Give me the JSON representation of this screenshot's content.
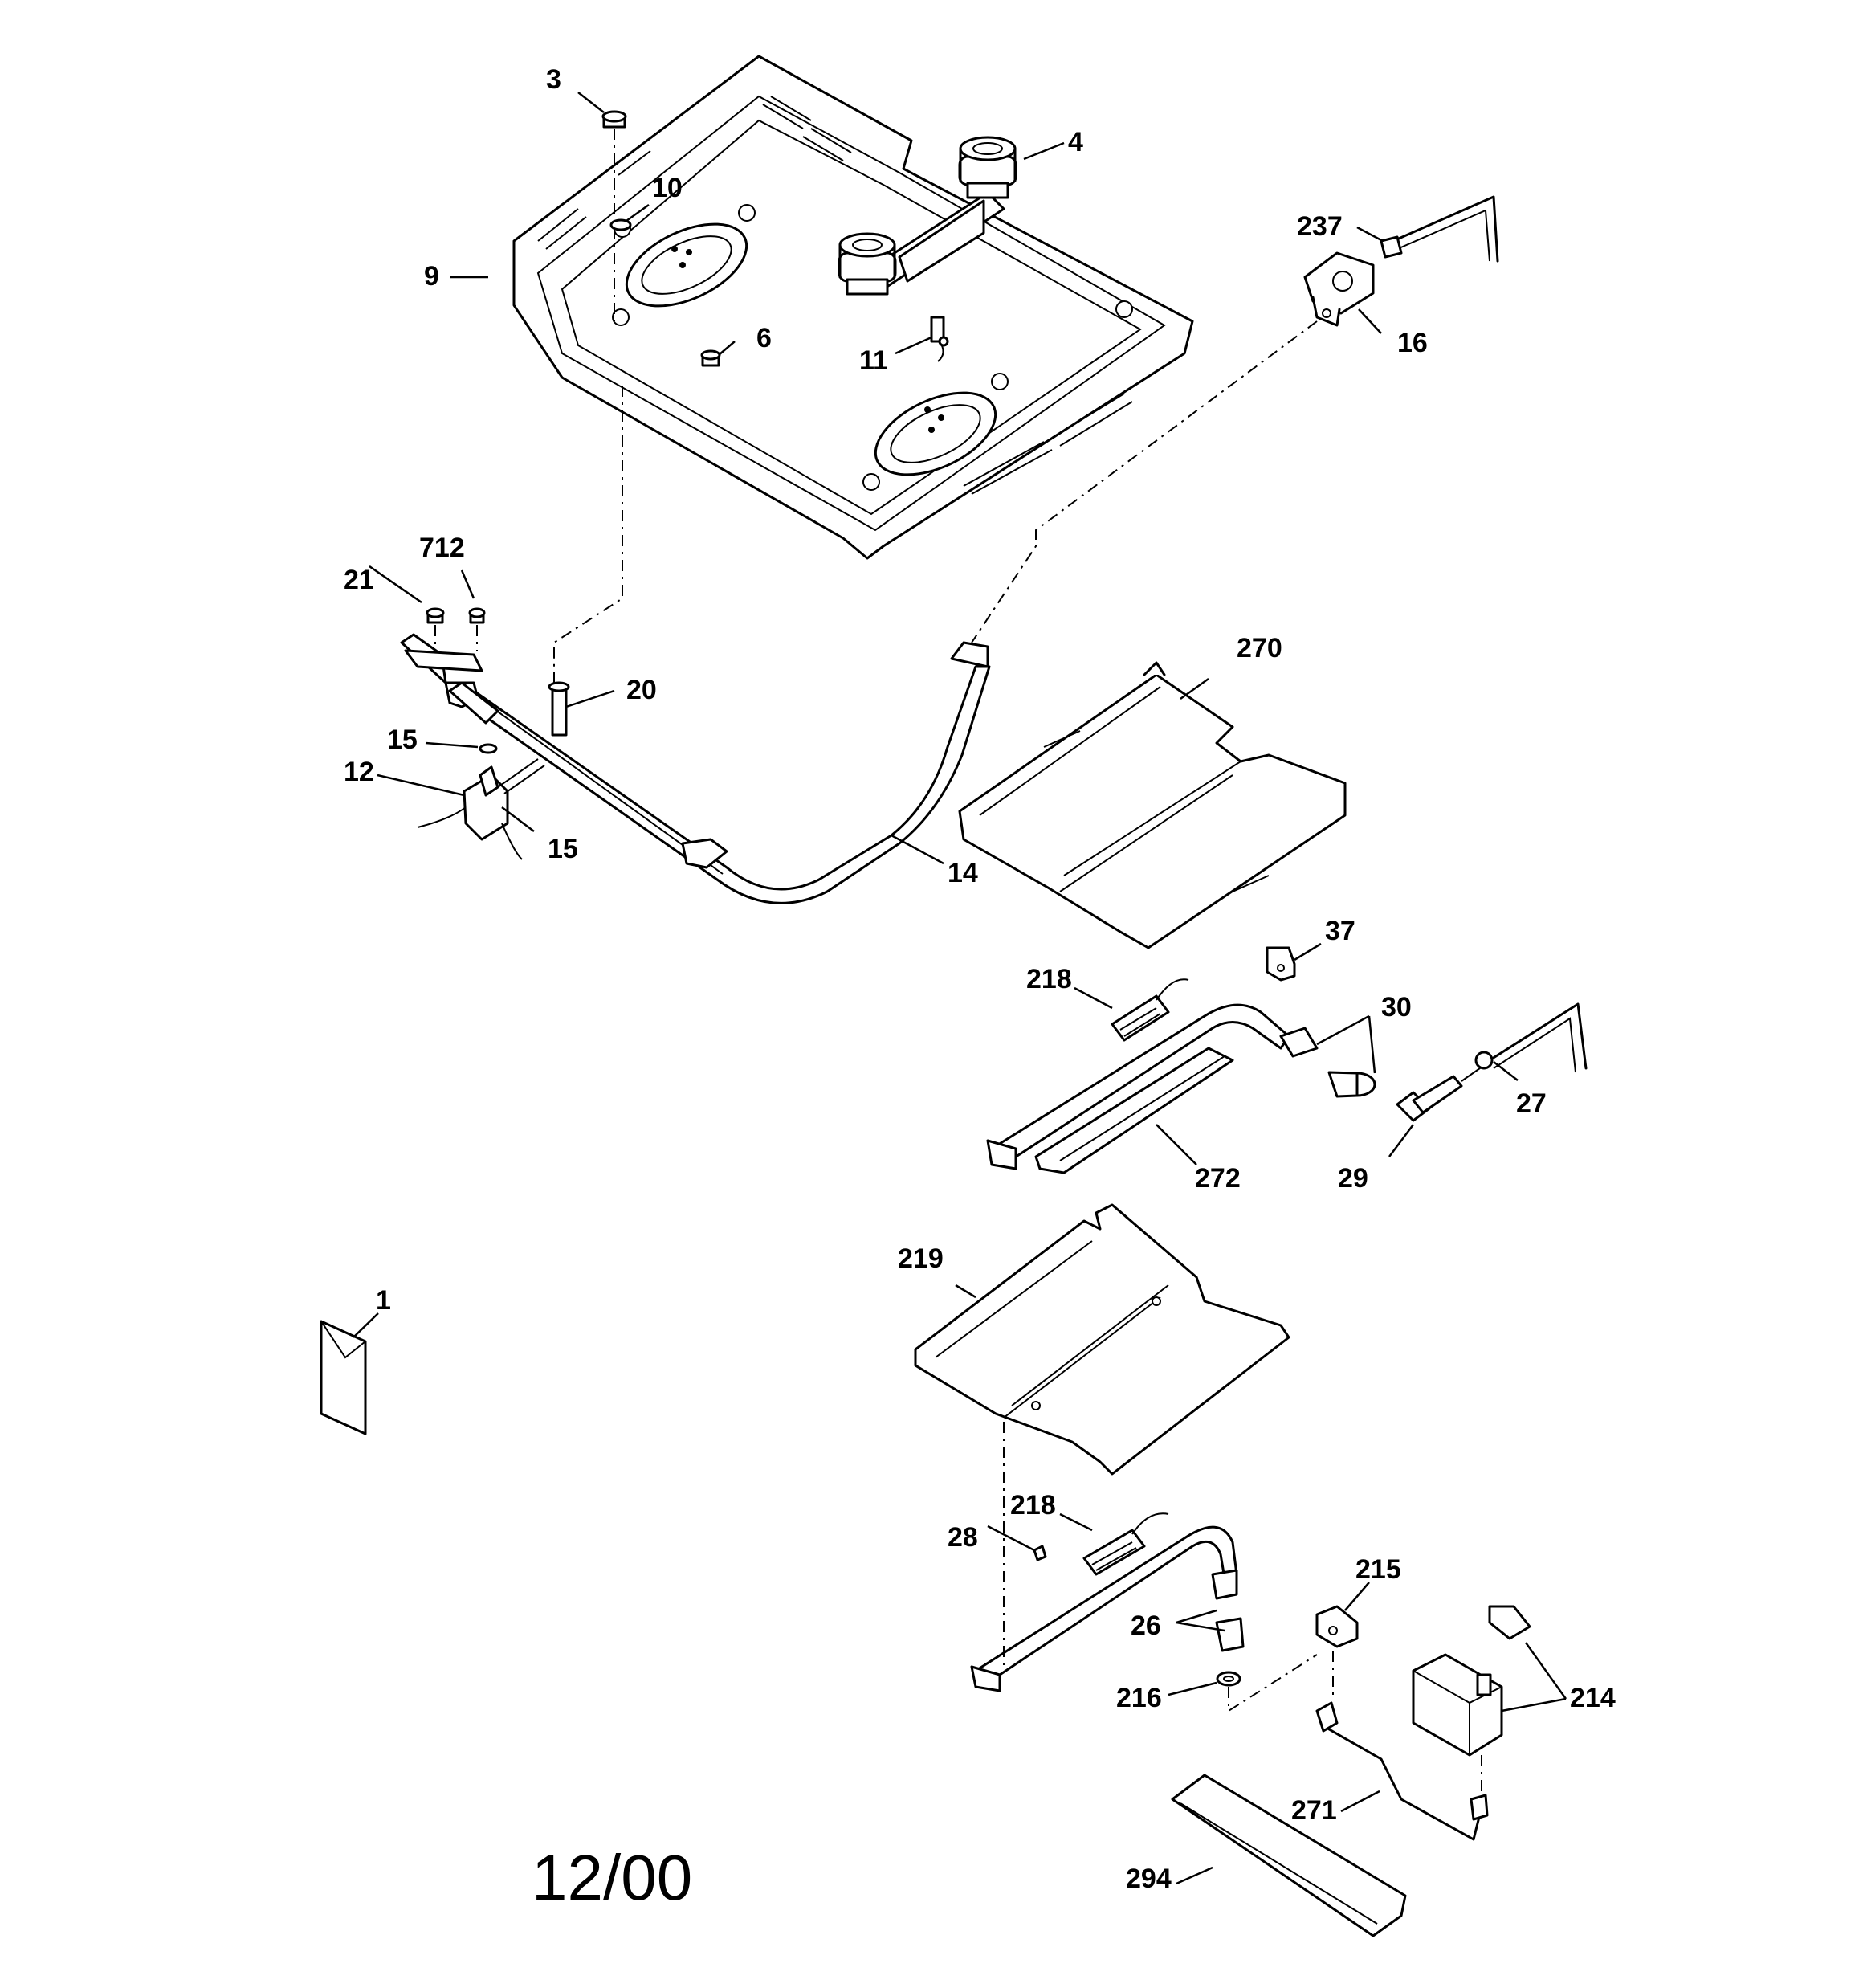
{
  "date_code": "12/00",
  "callouts": {
    "c3": "3",
    "c4": "4",
    "c10": "10",
    "c9": "9",
    "c6": "6",
    "c11": "11",
    "c237": "237",
    "c16": "16",
    "c712": "712",
    "c21": "21",
    "c20": "20",
    "c15a": "15",
    "c12": "12",
    "c15b": "15",
    "c14": "14",
    "c270": "270",
    "c37": "37",
    "c218a": "218",
    "c30": "30",
    "c27": "27",
    "c272": "272",
    "c29": "29",
    "c219": "219",
    "c1": "1",
    "c218b": "218",
    "c28": "28",
    "c215": "215",
    "c26": "26",
    "c216": "216",
    "c214": "214",
    "c271": "271",
    "c294": "294"
  },
  "icons": [
    "burner-top-plate",
    "surface-burner",
    "orifice-hood",
    "gas-manifold",
    "oven-baffle",
    "oven-burner",
    "broil-burner",
    "gas-valve",
    "pressure-regulator",
    "literature-envelope"
  ]
}
